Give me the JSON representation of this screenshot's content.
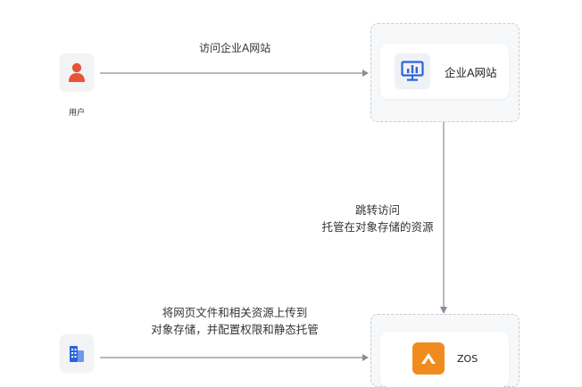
{
  "nodes": {
    "user": {
      "label": "用户",
      "icon": "user-icon"
    },
    "website": {
      "title": "企业A网站",
      "icon": "monitor-chart-icon"
    },
    "zos": {
      "title": "ZOS",
      "icon": "zos-logo-icon"
    },
    "uploader": {
      "icon": "building-icon"
    }
  },
  "edges": {
    "visit": {
      "label": "访问企业A网站"
    },
    "redirect": {
      "line1": "跳转访问",
      "line2": "托管在对象存储的资源"
    },
    "upload": {
      "line1": "将网页文件和相关资源上传到",
      "line2": "对象存储，并配置权限和静态托管"
    }
  },
  "colors": {
    "user_red": "#e8533a",
    "brand_blue": "#2c63d9",
    "zos_orange": "#f08c1f",
    "arrow_gray": "#8a8d93"
  }
}
